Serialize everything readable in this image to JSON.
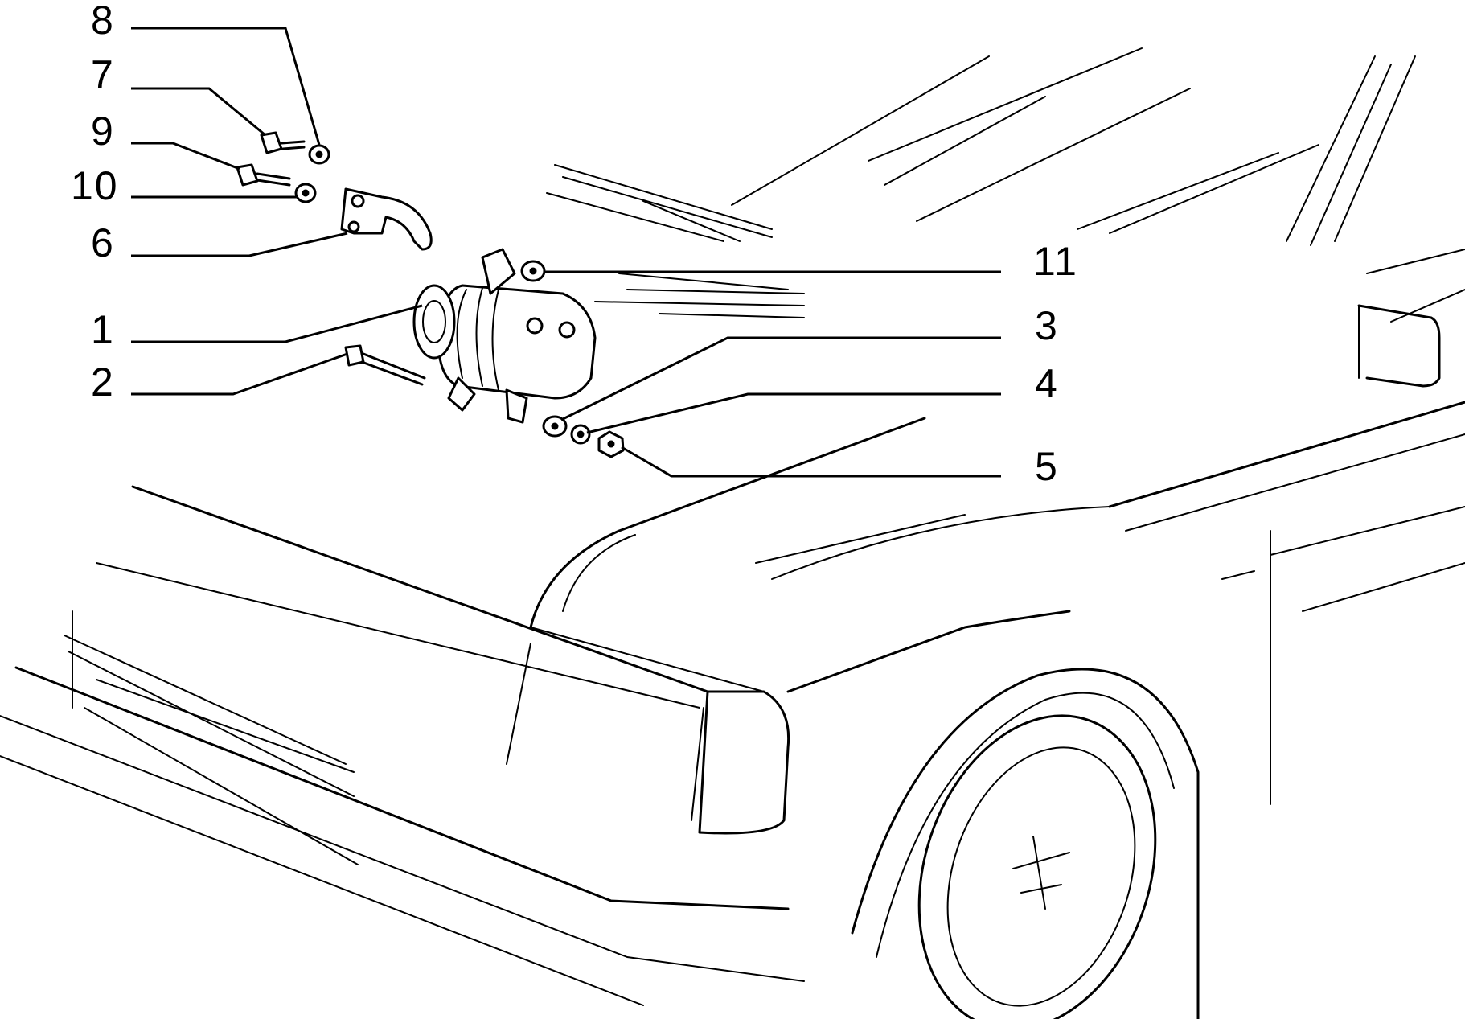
{
  "diagram": {
    "callouts": [
      {
        "id": "c8",
        "label": "8"
      },
      {
        "id": "c7",
        "label": "7"
      },
      {
        "id": "c9",
        "label": "9"
      },
      {
        "id": "c10",
        "label": "10"
      },
      {
        "id": "c6",
        "label": "6"
      },
      {
        "id": "c1",
        "label": "1"
      },
      {
        "id": "c2",
        "label": "2"
      },
      {
        "id": "c11",
        "label": "11"
      },
      {
        "id": "c3",
        "label": "3"
      },
      {
        "id": "c4",
        "label": "4"
      },
      {
        "id": "c5",
        "label": "5"
      }
    ]
  }
}
